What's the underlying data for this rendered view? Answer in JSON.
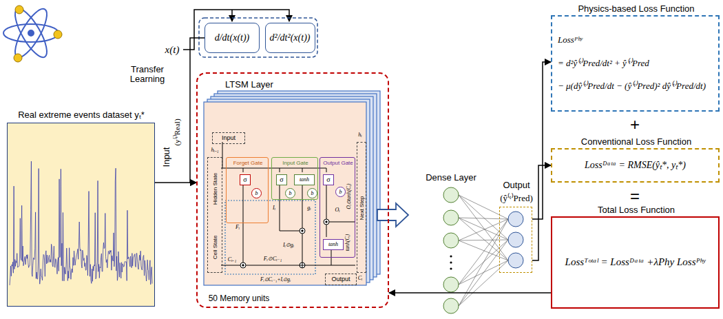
{
  "diagram": {
    "nodes": [
      {
        "text": [
          "d/dt(x(t))"
        ]
      },
      {
        "text": [
          "d²/dt²(x(t))"
        ]
      },
      {
        "text": [
          "Real extreme events dataset yₜ*"
        ]
      },
      {
        "text": [
          "LTSM Layer",
          "50 Memory units"
        ]
      },
      {
        "text": [
          "Input"
        ],
        "in": 3
      },
      {
        "text": [
          "Hidden State",
          "Cell State"
        ],
        "in": 3
      },
      {
        "text": [
          "Forget Gate"
        ],
        "in": 3
      },
      {
        "text": [
          "σ"
        ],
        "in": 6
      },
      {
        "text": [
          "b"
        ],
        "in": 6
      },
      {
        "text": [
          "Input Gate"
        ],
        "in": 3
      },
      {
        "text": [
          "σ"
        ],
        "in": 9
      },
      {
        "text": [
          "tanh"
        ],
        "in": 9
      },
      {
        "text": [
          "b"
        ],
        "in": 9
      },
      {
        "text": [
          "b"
        ],
        "in": 9
      },
      {
        "text": [
          "Output Gate"
        ],
        "in": 3
      },
      {
        "text": [
          "σ"
        ],
        "in": 14
      },
      {
        "text": [
          "b"
        ],
        "in": 14
      },
      {
        "text": [
          "tanh"
        ],
        "in": 14
      },
      {
        "text": [
          "Next Step"
        ],
        "in": 3
      },
      {
        "text": [
          "Output"
        ],
        "in": 3
      },
      {
        "text": [
          "Output",
          "(ŷ⁽ᵗ⁾Pred)"
        ]
      },
      {
        "text": [
          "Physics-based Loss Function",
          "Lossᴾʰʸ",
          "= d²ŷ⁽ᵗ⁾Pred/dt² + ŷ⁽ᵗ⁾Pred",
          "− μ(dŷ⁽ᵗ⁾Pred/dt − (ŷ⁽ᵗ⁾Pred)² dŷ⁽ᵗ⁾Pred/dt)"
        ]
      },
      {
        "text": [
          "Conventional Loss Function",
          "Lossᴰᵃᵗᵃ = RMSE(ŷₜ*, yₜ*)"
        ]
      },
      {
        "text": [
          "Total Loss Function",
          "Lossᵀᵒᵗᵃˡ = Lossᴰᵃᵗᵃ +λPhy Lossᴾʰʸ"
        ]
      }
    ],
    "edges": [
      {
        "from": 0,
        "to": 3,
        "arrow": "to"
      },
      {
        "from": 2,
        "to": 3,
        "arrow": "to"
      },
      {
        "from": 20,
        "to": 21,
        "arrow": "to"
      },
      {
        "from": 20,
        "to": 22,
        "arrow": "to"
      },
      {
        "from": 23,
        "to": 3,
        "arrow": "to"
      }
    ],
    "labels": [
      "x(t)",
      "Transfer Learning",
      "Input",
      "(y⁽ᵗ⁾Real)",
      "hᵢ₋₁",
      "Fᵢ",
      "Iᵢ",
      "gᵢ",
      "Iᵢ⊙gᵢ",
      "Cᵢ₋₁",
      "Fᵢ⊙Cᵢ₋₁",
      "Oᵢ",
      "Oᵢ⊙tanh(Cᵢ)",
      "tanh(Cᵢ)",
      "Fᵢ⊙Cᵢ₋₁+Iᵢ⊙gᵢ",
      "hᵢ",
      "Cᵢ",
      "Dense Layer",
      "+",
      "="
    ]
  }
}
